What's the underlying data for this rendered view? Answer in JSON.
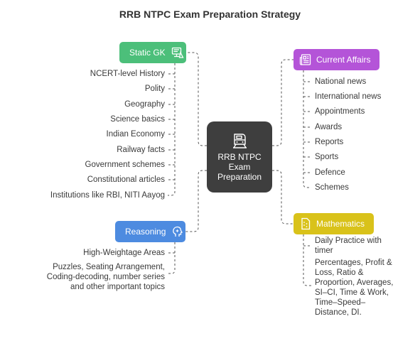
{
  "title": "RRB NTPC Exam Preparation Strategy",
  "center": {
    "label_lines": [
      "RRB NTPC",
      "Exam",
      "Preparation"
    ],
    "icon": "train-icon",
    "color": "#3e3e3e"
  },
  "branches": {
    "static_gk": {
      "label": "Static GK",
      "icon": "computer-icon",
      "color": "#4cbf7a",
      "items": [
        "NCERT-level History",
        "Polity",
        "Geography",
        "Science basics",
        "Indian Economy",
        "Railway facts",
        "Government schemes",
        "Constitutional articles",
        "Institutions like RBI, NITI Aayog"
      ]
    },
    "current_affairs": {
      "label": "Current Affairs",
      "icon": "newspaper-icon",
      "color": "#b454d8",
      "items": [
        "National news",
        "International news",
        "Appointments",
        "Awards",
        "Reports",
        "Sports",
        "Defence",
        "Schemes"
      ]
    },
    "reasoning": {
      "label": "Reasoning",
      "icon": "brain-sparkle-icon",
      "color": "#4d8be0",
      "items": [
        "High-Weightage Areas",
        "Puzzles, Seating Arrangement, Coding-decoding, number series and other important topics"
      ],
      "item_lines": [
        [
          "High-Weightage Areas"
        ],
        [
          "Puzzles, Seating Arrangement,",
          "Coding-decoding, number series",
          "and other important topics"
        ]
      ]
    },
    "mathematics": {
      "label": "Mathematics",
      "icon": "calculator-icon",
      "color": "#d9c21a",
      "items": [
        "Daily Practice with timer",
        "Percentages, Profit & Loss, Ratio & Proportion, Averages, SI–CI, Time & Work, Time–Speed–Distance, DI."
      ],
      "item_lines": [
        [
          "Daily Practice with",
          "timer"
        ],
        [
          "Percentages, Profit &",
          "Loss, Ratio &",
          "Proportion, Averages,",
          "SI–CI, Time & Work,",
          "Time–Speed–",
          "Distance, DI."
        ]
      ]
    }
  }
}
